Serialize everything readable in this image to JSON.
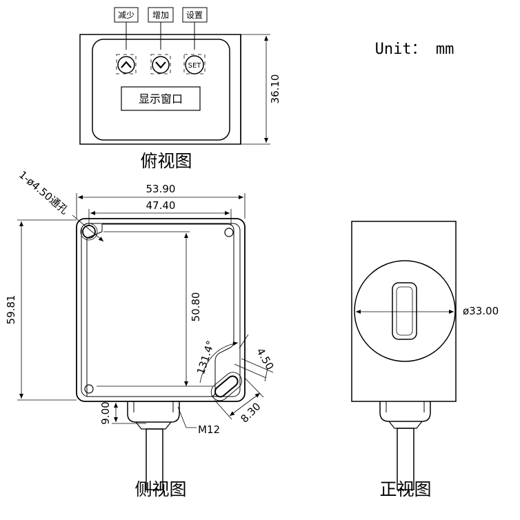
{
  "top_view": {
    "buttons": [
      {
        "label": "减少",
        "icon": "chevron-up"
      },
      {
        "label": "增加",
        "icon": "chevron-down"
      },
      {
        "label": "设置",
        "icon": "set",
        "icon_text": "SET"
      }
    ],
    "display_window_label": "显示窗口",
    "dim_height": "36.10",
    "caption": "俯视图"
  },
  "unit_label": "Unit： mm",
  "side_view": {
    "hole_note": "1-ø4.50通孔",
    "dim_outer_width": "53.90",
    "dim_inner_width": "47.40",
    "dim_total_height": "59.81",
    "dim_hole_spacing": "50.80",
    "dim_angle": "131.4°",
    "dim_slot_width": "4.50",
    "dim_slot_length": "8.30",
    "dim_connector_offset": "9.00",
    "connector_label": "M12",
    "caption": "侧视图"
  },
  "front_view": {
    "dim_diameter": "ø33.00",
    "caption": "正视图"
  }
}
